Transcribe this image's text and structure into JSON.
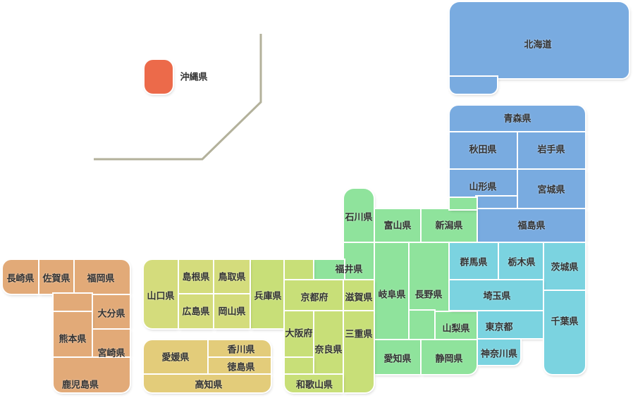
{
  "colors": {
    "hokkaido_tohoku": "#79abe0",
    "kanto": "#7bd3e0",
    "chubu": "#8fe39c",
    "kinki": "#c8df78",
    "chugoku": "#d4dc7c",
    "shikoku": "#e3cc7a",
    "kyushu": "#e2aa78",
    "okinawa": "#ec6a4a",
    "divider": "#b3b19b"
  },
  "prefectures": {
    "hokkaido": "北海道",
    "aomori": "青森県",
    "akita": "秋田県",
    "iwate": "岩手県",
    "yamagata": "山形県",
    "miyagi": "宮城県",
    "fukushima": "福島県",
    "ishikawa": "石川県",
    "toyama": "富山県",
    "niigata": "新潟県",
    "fukui": "福井県",
    "gifu": "岐阜県",
    "nagano": "長野県",
    "yamanashi": "山梨県",
    "aichi": "愛知県",
    "shizuoka": "静岡県",
    "gunma": "群馬県",
    "tochigi": "栃木県",
    "ibaraki": "茨城県",
    "saitama": "埼玉県",
    "tokyo": "東京都",
    "kanagawa": "神奈川県",
    "chiba": "千葉県",
    "hyogo": "兵庫県",
    "kyoto": "京都府",
    "shiga": "滋賀県",
    "osaka": "大阪府",
    "nara": "奈良県",
    "mie": "三重県",
    "wakayama": "和歌山県",
    "yamaguchi": "山口県",
    "shimane": "島根県",
    "tottori": "鳥取県",
    "hiroshima": "広島県",
    "okayama": "岡山県",
    "ehime": "愛媛県",
    "kagawa": "香川県",
    "tokushima": "徳島県",
    "kochi": "高知県",
    "nagasaki": "長崎県",
    "saga": "佐賀県",
    "fukuoka": "福岡県",
    "oita": "大分県",
    "kumamoto": "熊本県",
    "miyazaki": "宮崎県",
    "kagoshima": "鹿児島県",
    "okinawa": "沖縄県"
  }
}
